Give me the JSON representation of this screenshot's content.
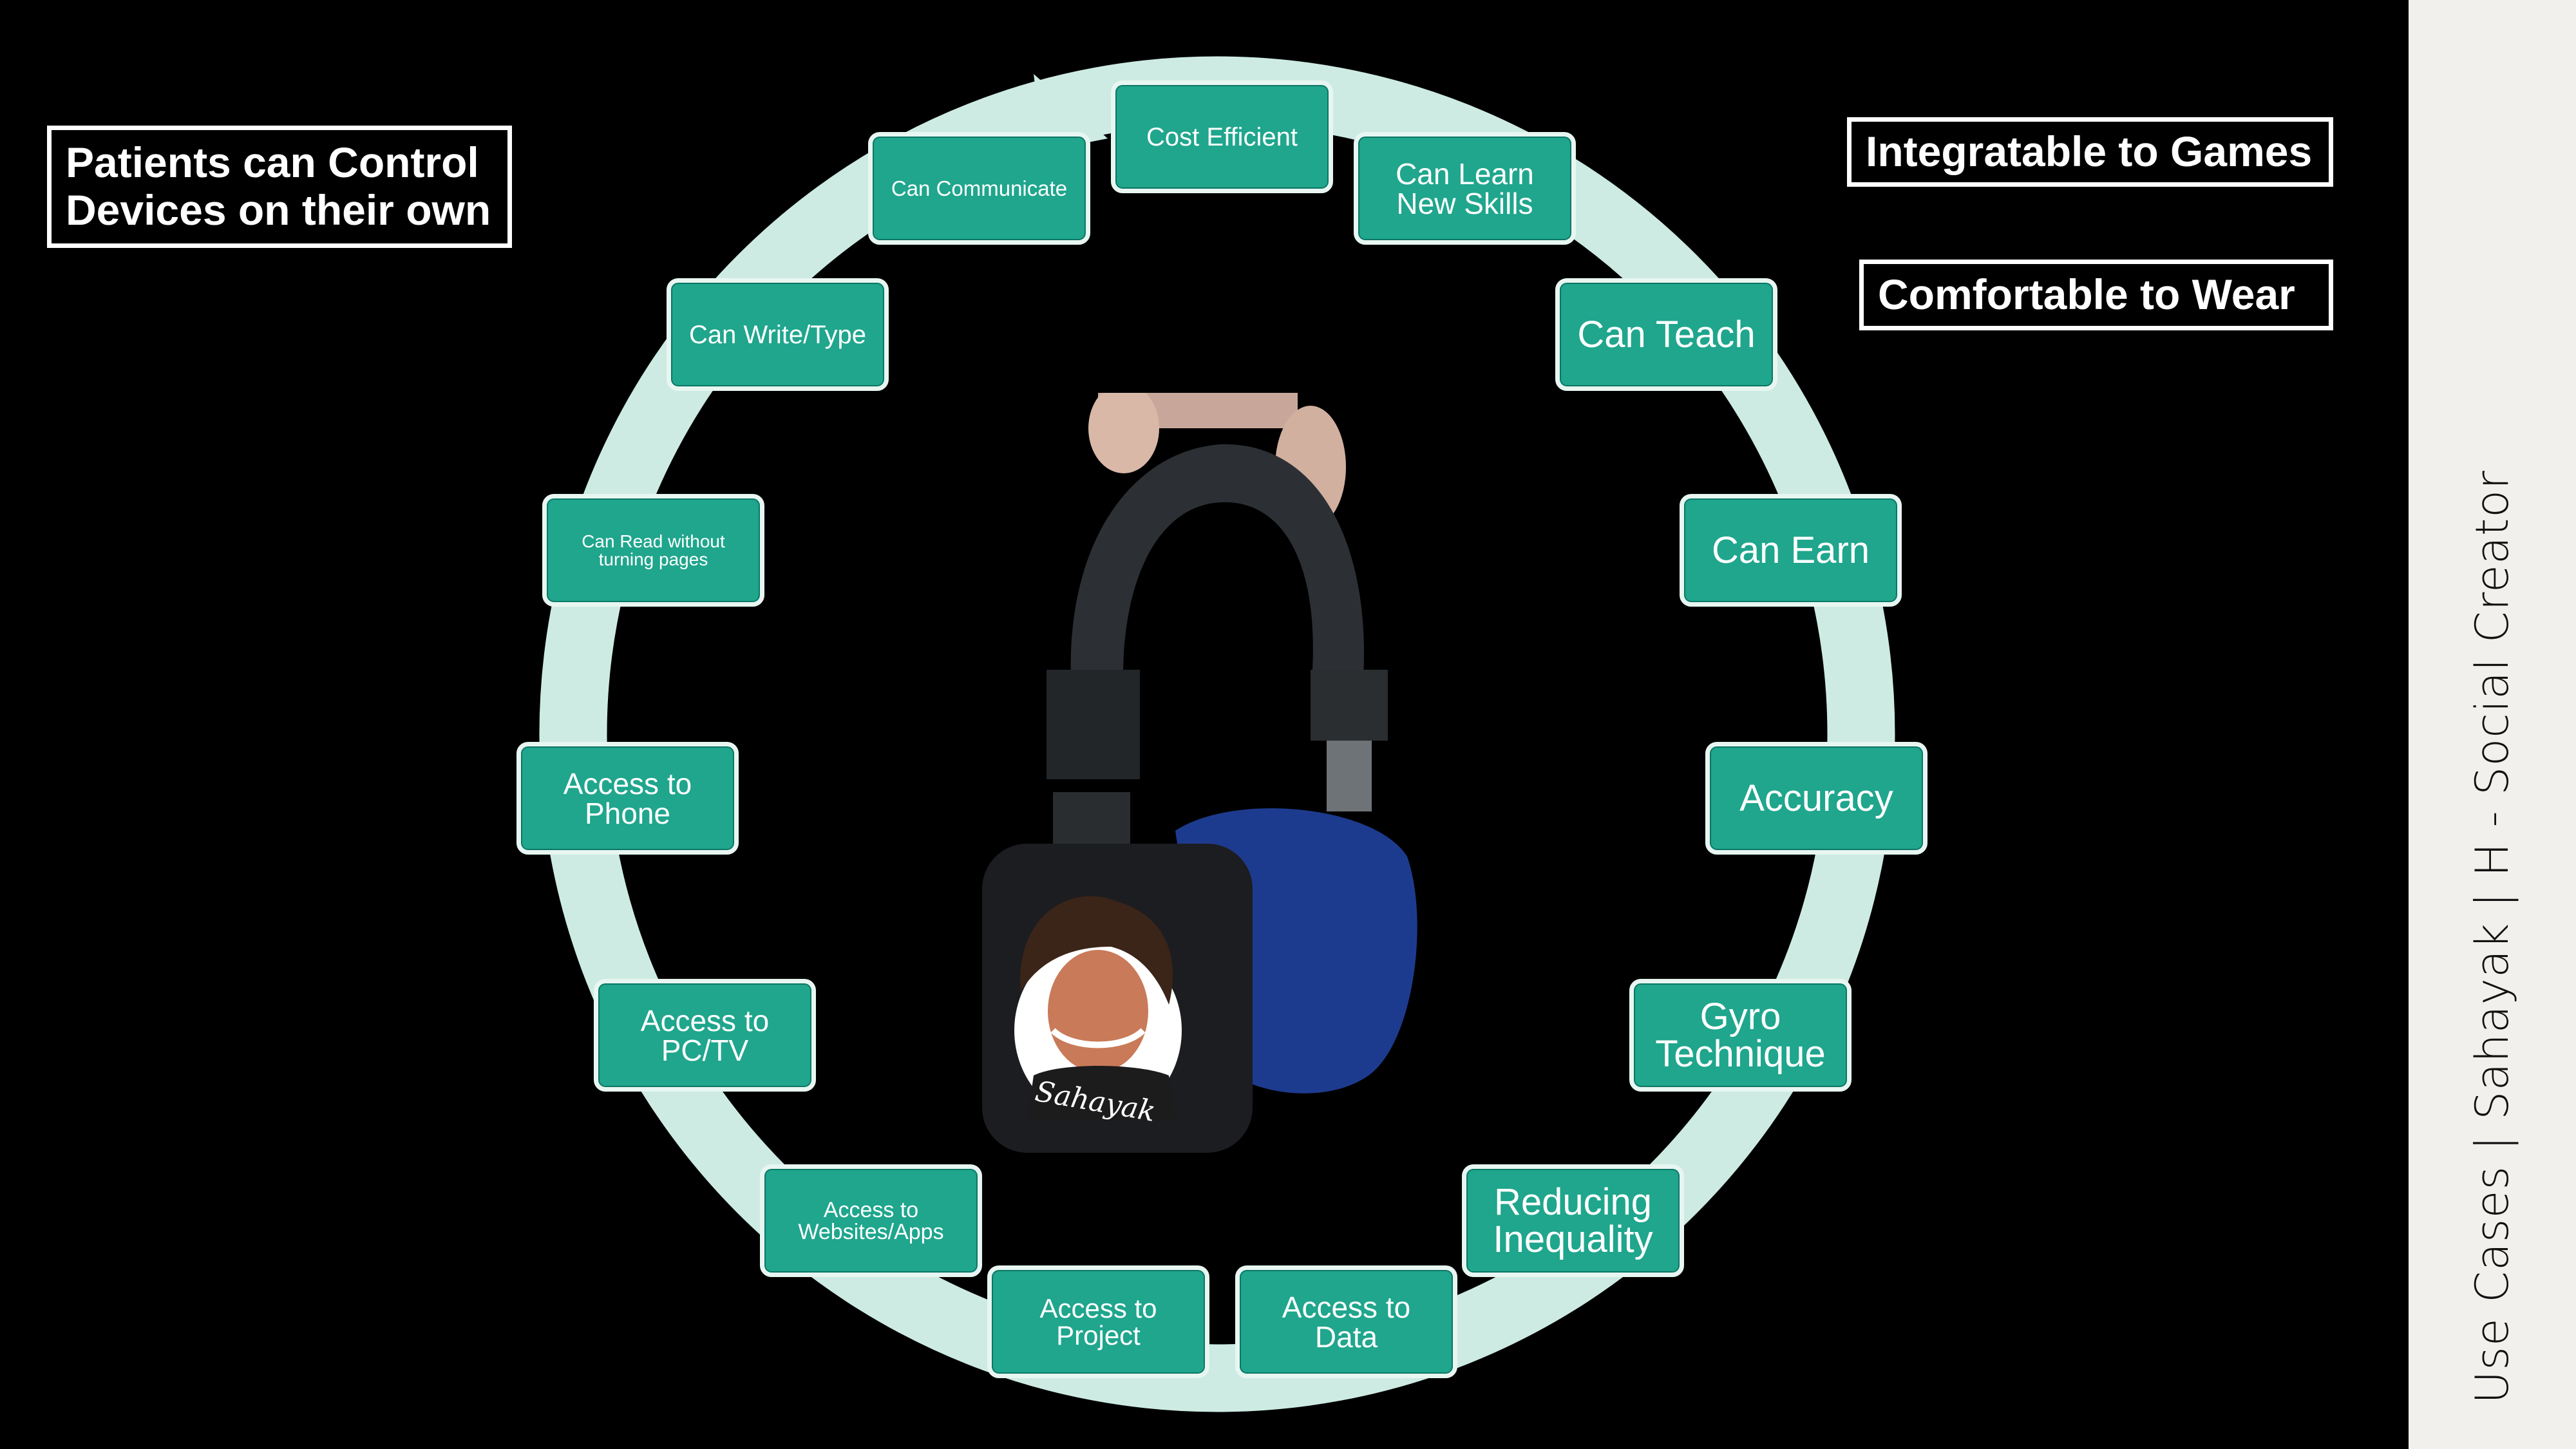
{
  "colors": {
    "background": "#000000",
    "node_fill": "#1fa68d",
    "node_border": "#e8f6f1",
    "ring": "#cdebe3",
    "sidebar_bg": "#f2f0ec",
    "callout_border": "#ffffff"
  },
  "cycle": {
    "nodes": [
      {
        "label": "Cost Efficient"
      },
      {
        "label": "Can Learn\nNew Skills"
      },
      {
        "label": "Can Teach"
      },
      {
        "label": "Can Earn"
      },
      {
        "label": "Accuracy"
      },
      {
        "label": "Gyro\nTechnique"
      },
      {
        "label": "Reducing\nInequality"
      },
      {
        "label": "Access to\nData"
      },
      {
        "label": "Access to\nProject"
      },
      {
        "label": "Access to\nWebsites/Apps"
      },
      {
        "label": "Access to\nPC/TV"
      },
      {
        "label": "Access to\nPhone"
      },
      {
        "label": "Can Read without\nturning pages"
      },
      {
        "label": "Can Write/Type"
      },
      {
        "label": "Can Communicate"
      }
    ]
  },
  "callouts": {
    "patients_control": "Patients can Control\nDevices on their own",
    "integratable": "Integratable to Games",
    "comfortable": "Comfortable to Wear"
  },
  "product_image": {
    "icon": "headphone-device-image",
    "sticker_text": "Sahayak"
  },
  "sidebar": {
    "text": "Use Cases | Sahayak | H - Social Creator"
  }
}
